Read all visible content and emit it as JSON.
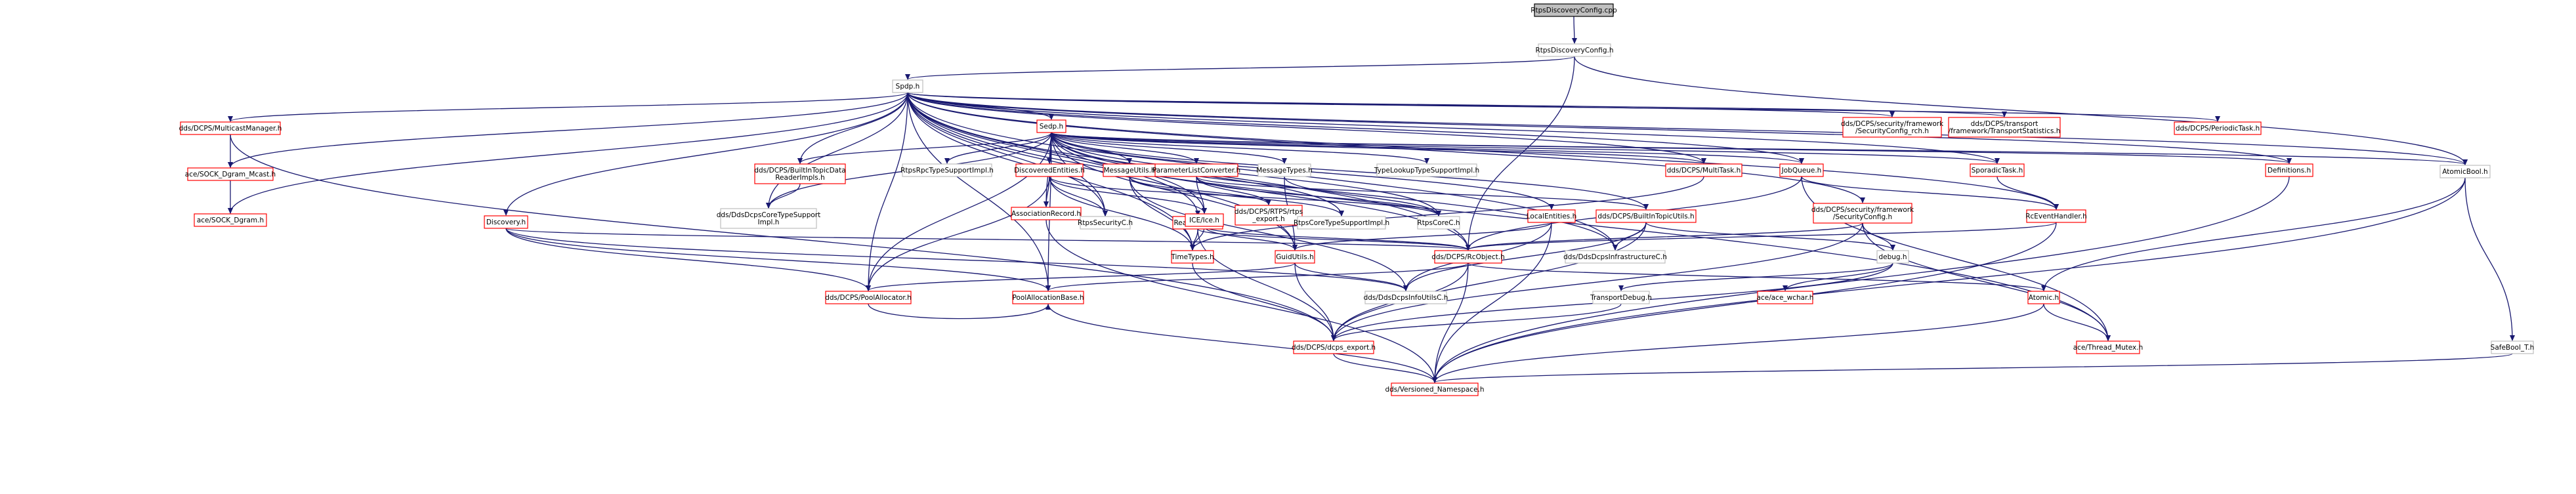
{
  "colors": {
    "default_border": "#bfbfbf",
    "missing_border": "#ff0000",
    "root_fill": "#bfbfbf",
    "root_border": "#000000",
    "edge": "#191970",
    "text": "#000000",
    "background": "#ffffff"
  },
  "nodes": [
    {
      "id": "root",
      "lines": [
        "RtpsDiscoveryConfig.cpp"
      ],
      "kind": "root"
    },
    {
      "id": "rdc_h",
      "lines": [
        "RtpsDiscoveryConfig.h"
      ],
      "kind": "default"
    },
    {
      "id": "spdp_h",
      "lines": [
        "Spdp.h"
      ],
      "kind": "default"
    },
    {
      "id": "multicast",
      "lines": [
        "dds/DCPS/MulticastManager.h"
      ],
      "kind": "missing"
    },
    {
      "id": "sock_dgram_mcast",
      "lines": [
        "ace/SOCK_Dgram_Mcast.h"
      ],
      "kind": "missing"
    },
    {
      "id": "sock_dgram",
      "lines": [
        "ace/SOCK_Dgram.h"
      ],
      "kind": "missing"
    },
    {
      "id": "discovery",
      "lines": [
        "Discovery.h"
      ],
      "kind": "missing"
    },
    {
      "id": "builtin_reader",
      "lines": [
        "dds/DCPS/BuiltInTopicData",
        "ReaderImpls.h"
      ],
      "kind": "missing"
    },
    {
      "id": "core_support_impl",
      "lines": [
        "dds/DdsDcpsCoreTypeSupport",
        "Impl.h"
      ],
      "kind": "default"
    },
    {
      "id": "reactor_task",
      "lines": [
        "ReactorTask.h"
      ],
      "kind": "missing"
    },
    {
      "id": "sedp_h",
      "lines": [
        "Sedp.h"
      ],
      "kind": "missing"
    },
    {
      "id": "sec_config_rch",
      "lines": [
        "dds/DCPS/security/framework",
        "/SecurityConfig_rch.h"
      ],
      "kind": "missing"
    },
    {
      "id": "transport_stats",
      "lines": [
        "dds/DCPS/transport",
        "/framework/TransportStatistics.h"
      ],
      "kind": "missing"
    },
    {
      "id": "periodic_task",
      "lines": [
        "dds/DCPS/PeriodicTask.h"
      ],
      "kind": "missing"
    },
    {
      "id": "atomic_bool",
      "lines": [
        "AtomicBool.h"
      ],
      "kind": "default"
    },
    {
      "id": "rtps_rpc",
      "lines": [
        "RtpsRpcTypeSupportImpl.h"
      ],
      "kind": "default"
    },
    {
      "id": "discovered_entities",
      "lines": [
        "DiscoveredEntities.h"
      ],
      "kind": "missing"
    },
    {
      "id": "message_utils",
      "lines": [
        "MessageUtils.h"
      ],
      "kind": "missing"
    },
    {
      "id": "param_list_conv",
      "lines": [
        "ParameterListConverter.h"
      ],
      "kind": "missing"
    },
    {
      "id": "message_types",
      "lines": [
        "MessageTypes.h"
      ],
      "kind": "default"
    },
    {
      "id": "type_lookup",
      "lines": [
        "TypeLookupTypeSupportImpl.h"
      ],
      "kind": "default"
    },
    {
      "id": "multi_task",
      "lines": [
        "dds/DCPS/MultiTask.h"
      ],
      "kind": "missing"
    },
    {
      "id": "job_queue",
      "lines": [
        "JobQueue.h"
      ],
      "kind": "missing"
    },
    {
      "id": "sporadic_task",
      "lines": [
        "SporadicTask.h"
      ],
      "kind": "missing"
    },
    {
      "id": "definitions",
      "lines": [
        "Definitions.h"
      ],
      "kind": "missing"
    },
    {
      "id": "association_record",
      "lines": [
        "AssociationRecord.h"
      ],
      "kind": "missing"
    },
    {
      "id": "rtps_security_c",
      "lines": [
        "RtpsSecurityC.h"
      ],
      "kind": "default"
    },
    {
      "id": "ice_h",
      "lines": [
        "ICE/Ice.h"
      ],
      "kind": "missing"
    },
    {
      "id": "rtps_export",
      "lines": [
        "dds/DCPS/RTPS/rtps",
        "_export.h"
      ],
      "kind": "missing"
    },
    {
      "id": "rtps_core_support",
      "lines": [
        "RtpsCoreTypeSupportImpl.h"
      ],
      "kind": "default"
    },
    {
      "id": "rtps_core_c",
      "lines": [
        "RtpsCoreC.h"
      ],
      "kind": "default"
    },
    {
      "id": "local_entities",
      "lines": [
        "LocalEntities.h"
      ],
      "kind": "missing"
    },
    {
      "id": "builtin_utils",
      "lines": [
        "dds/DCPS/BuiltInTopicUtils.h"
      ],
      "kind": "missing"
    },
    {
      "id": "sec_config",
      "lines": [
        "dds/DCPS/security/framework",
        "/SecurityConfig.h"
      ],
      "kind": "missing"
    },
    {
      "id": "rc_event_handler",
      "lines": [
        "RcEventHandler.h"
      ],
      "kind": "missing"
    },
    {
      "id": "time_types",
      "lines": [
        "TimeTypes.h"
      ],
      "kind": "missing"
    },
    {
      "id": "guid_utils",
      "lines": [
        "GuidUtils.h"
      ],
      "kind": "missing"
    },
    {
      "id": "rc_object",
      "lines": [
        "dds/DCPS/RcObject.h"
      ],
      "kind": "missing"
    },
    {
      "id": "infra_c",
      "lines": [
        "dds/DdsDcpsInfrastructureC.h"
      ],
      "kind": "default"
    },
    {
      "id": "debug_h",
      "lines": [
        "debug.h"
      ],
      "kind": "default"
    },
    {
      "id": "pool_allocator",
      "lines": [
        "dds/DCPS/PoolAllocator.h"
      ],
      "kind": "missing"
    },
    {
      "id": "pool_alloc_base",
      "lines": [
        "PoolAllocationBase.h"
      ],
      "kind": "missing"
    },
    {
      "id": "info_utils_c",
      "lines": [
        "dds/DdsDcpsInfoUtilsC.h"
      ],
      "kind": "default"
    },
    {
      "id": "transport_debug",
      "lines": [
        "TransportDebug.h"
      ],
      "kind": "default"
    },
    {
      "id": "ace_wchar",
      "lines": [
        "ace/ace_wchar.h"
      ],
      "kind": "missing"
    },
    {
      "id": "atomic_h",
      "lines": [
        "Atomic.h"
      ],
      "kind": "missing"
    },
    {
      "id": "thread_mutex",
      "lines": [
        "ace/Thread_Mutex.h"
      ],
      "kind": "missing"
    },
    {
      "id": "dcps_export",
      "lines": [
        "dds/DCPS/dcps_export.h"
      ],
      "kind": "missing"
    },
    {
      "id": "versioned_ns",
      "lines": [
        "dds/Versioned_Namespace.h"
      ],
      "kind": "missing"
    },
    {
      "id": "safe_bool",
      "lines": [
        "SafeBool_T.h"
      ],
      "kind": "default"
    }
  ]
}
